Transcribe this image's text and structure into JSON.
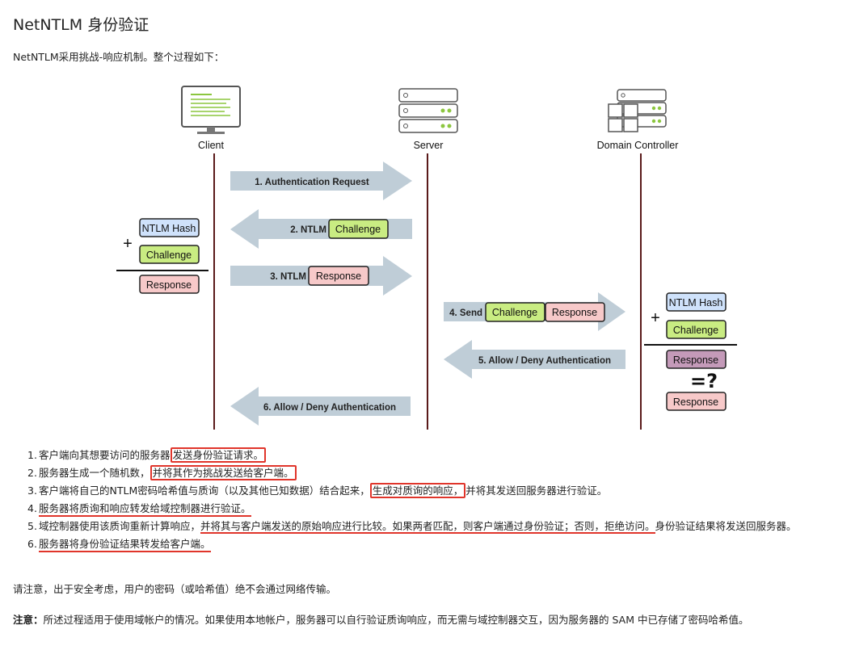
{
  "page": {
    "title": "NetNTLM 身份验证",
    "intro": "NetNTLM采用挑战-响应机制。整个过程如下："
  },
  "diagram": {
    "actors": {
      "client": "Client",
      "server": "Server",
      "dc": "Domain Controller"
    },
    "arrows": {
      "a1": "1. Authentication Request",
      "a2": "2. NTLM",
      "a3": "3. NTLM",
      "a4": "4. Send",
      "a5": "5. Allow / Deny Authentication",
      "a6": "6. Allow / Deny Authentication"
    },
    "chips": {
      "ntlm_hash": "NTLM Hash",
      "challenge": "Challenge",
      "response": "Response"
    },
    "symbols": {
      "plus": "+",
      "equals_q": "=?"
    },
    "colors": {
      "arrow": "#bfcdd7",
      "lifeline": "#5a1a1a",
      "hash_fill": "#cfe2fb",
      "challenge_fill": "#c9ec82",
      "response_fill": "#f7c9c9",
      "response_dc_fill": "#c49ab9"
    }
  },
  "steps": [
    {
      "num": "1.",
      "a": "客户端向其想要访问的服务器",
      "b": "发送身份验证请求。"
    },
    {
      "num": "2.",
      "a": "服务器生成一个随机数，",
      "b": "并将其作为挑战发送给客户端。"
    },
    {
      "num": "3.",
      "a": "客户端将自己的NTLM密码哈希值与质询（以及其他已知数据）结合起来，",
      "b": "生成对质询的响应，",
      "c": "并将其发送回服务器进行验证。"
    },
    {
      "num": "4.",
      "a": "服务器将质询和响应转发给域控制器进行验证。"
    },
    {
      "num": "5.",
      "a": "域控制器使用该质询重新计算响应，",
      "b": "并将其与客户端发送的原始响应进行比较。如果两者匹配，则客户端通过身份验证；否则，拒绝访问。",
      "c": "身份验证结果将发送回服务器。"
    },
    {
      "num": "6.",
      "a": "服务器将身份验证结果转发给客户端。"
    }
  ],
  "notes": {
    "security": "请注意，出于安全考虑，用户的密码（或哈希值）绝不会通过网络传输。",
    "label": "注意：",
    "local": "所述过程适用于使用域帐户的情况。如果使用本地帐户，服务器可以自行验证质询响应，而无需与域控制器交互，因为服务器的 SAM 中已存储了密码哈希值。"
  }
}
